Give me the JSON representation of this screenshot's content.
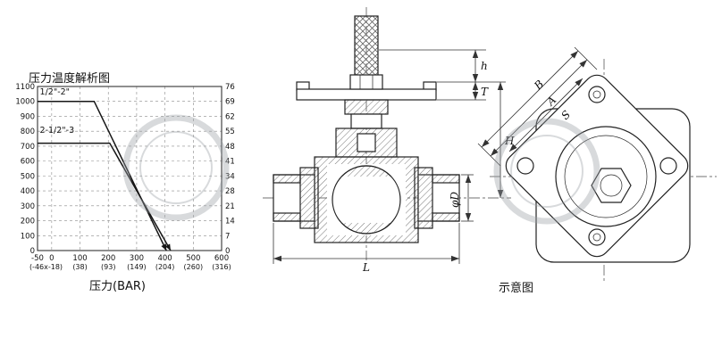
{
  "chart_data": {
    "type": "line",
    "title": "压力温度解析图",
    "xlabel": "压力(BAR)",
    "xlim": [
      -50,
      600
    ],
    "ylim": [
      0,
      1100
    ],
    "grid": true,
    "x_ticks": [
      {
        "v": -50,
        "label": "-50"
      },
      {
        "v": 0,
        "label": "0"
      },
      {
        "v": 100,
        "label": "100"
      },
      {
        "v": 200,
        "label": "200"
      },
      {
        "v": 300,
        "label": "300"
      },
      {
        "v": 400,
        "label": "400"
      },
      {
        "v": 500,
        "label": "500"
      },
      {
        "v": 600,
        "label": "600"
      }
    ],
    "x_sub_ticks": [
      {
        "v": -20,
        "label": "(-46x-18)"
      },
      {
        "v": 100,
        "label": "(38)"
      },
      {
        "v": 200,
        "label": "(93)"
      },
      {
        "v": 300,
        "label": "(149)"
      },
      {
        "v": 400,
        "label": "(204)"
      },
      {
        "v": 500,
        "label": "(260)"
      },
      {
        "v": 600,
        "label": "(316)"
      }
    ],
    "y_ticks": [
      {
        "v": 0,
        "left": "0",
        "right": "0"
      },
      {
        "v": 100,
        "left": "100",
        "right": "7"
      },
      {
        "v": 200,
        "left": "200",
        "right": "14"
      },
      {
        "v": 300,
        "left": "300",
        "right": "21"
      },
      {
        "v": 400,
        "left": "400",
        "right": "28"
      },
      {
        "v": 500,
        "left": "500",
        "right": "34"
      },
      {
        "v": 600,
        "left": "600",
        "right": "41"
      },
      {
        "v": 700,
        "left": "700",
        "right": "48"
      },
      {
        "v": 800,
        "left": "800",
        "right": "55"
      },
      {
        "v": 900,
        "left": "900",
        "right": "62"
      },
      {
        "v": 1000,
        "left": "1000",
        "right": "69"
      },
      {
        "v": 1100,
        "left": "1100",
        "right": "76"
      }
    ],
    "series": [
      {
        "name": "1/2\"-2\"",
        "points": [
          [
            -50,
            1000
          ],
          [
            150,
            1000
          ],
          [
            405,
            0
          ]
        ],
        "label_at": [
          -42,
          1045
        ]
      },
      {
        "name": "2-1/2\"-3",
        "points": [
          [
            -50,
            720
          ],
          [
            205,
            720
          ],
          [
            420,
            0
          ]
        ],
        "label_at": [
          -42,
          790
        ]
      }
    ]
  },
  "drawing": {
    "caption": "示意图",
    "dims": {
      "h": "h",
      "T": "T",
      "H": "H",
      "D": "φD",
      "L": "L",
      "B": "B",
      "A": "A",
      "S": "S"
    }
  }
}
